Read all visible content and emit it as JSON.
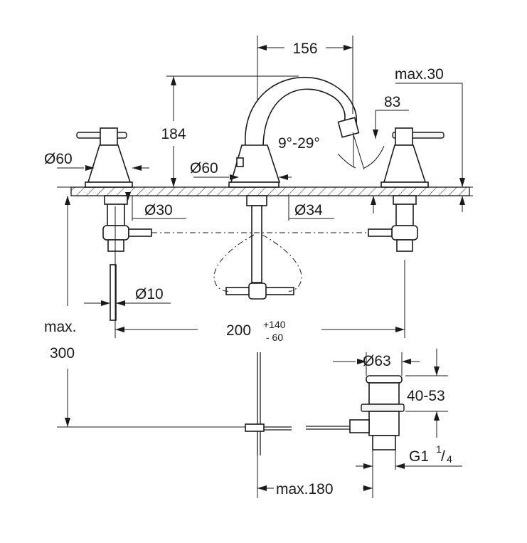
{
  "dimensions": {
    "spout_reach": "156",
    "height": "184",
    "max_deck": "max.30",
    "aerator": "83",
    "swivel_angle": "9°-29°",
    "handle_diameter": "Ø60",
    "base_diameter": "Ø60",
    "shank_diameter": "Ø30",
    "spout_shank_diameter": "Ø34",
    "hose_diameter": "Ø10",
    "max_label": "max.",
    "max_value": "300",
    "spacing": "200",
    "spacing_plus": "+140",
    "spacing_minus": "- 60",
    "drain_diameter": "Ø63",
    "drain_height": "40-53",
    "drain_thread": "G1",
    "drain_thread_num": "1",
    "drain_thread_den": "4",
    "max_rod": "max.180"
  }
}
